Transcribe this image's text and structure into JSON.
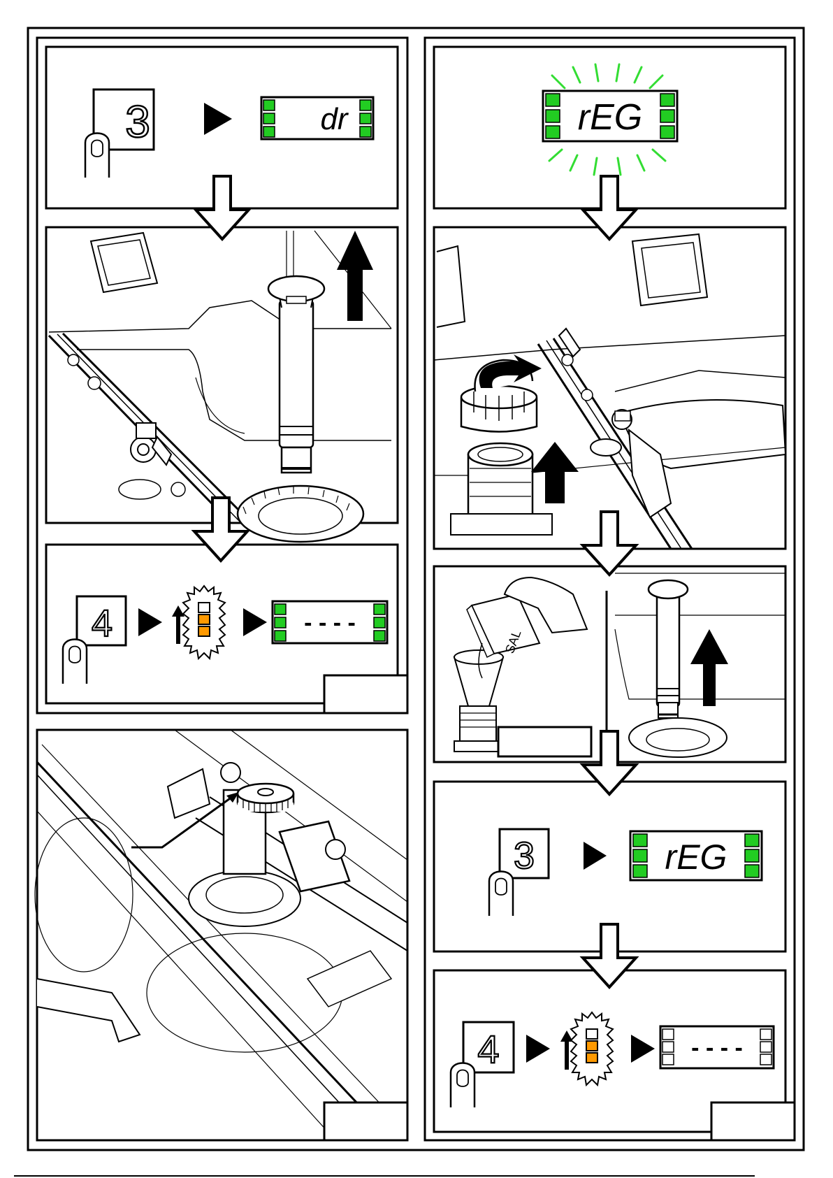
{
  "colors": {
    "ink": "#000000",
    "paper": "#ffffff",
    "led_green": "#22cc22",
    "led_orange": "#ff9900",
    "flash_green": "#33dd33"
  },
  "left_column": {
    "step_top": {
      "button_number": "3",
      "display_text": "dr"
    },
    "step_bottom": {
      "button_number": "4",
      "display_text": "- - - -"
    }
  },
  "right_column": {
    "step_top": {
      "display_text": "rEG",
      "display_flashing": true
    },
    "salt_box_label": "SAL",
    "step_middle": {
      "button_number": "3",
      "display_text": "rEG"
    },
    "step_bottom": {
      "button_number": "4",
      "display_text": "- - - -"
    }
  },
  "icons": [
    "finger-press-icon",
    "play-arrow-icon",
    "down-arrow-icon",
    "up-arrow-icon",
    "led-burst-icon",
    "rotate-arrow-icon"
  ]
}
